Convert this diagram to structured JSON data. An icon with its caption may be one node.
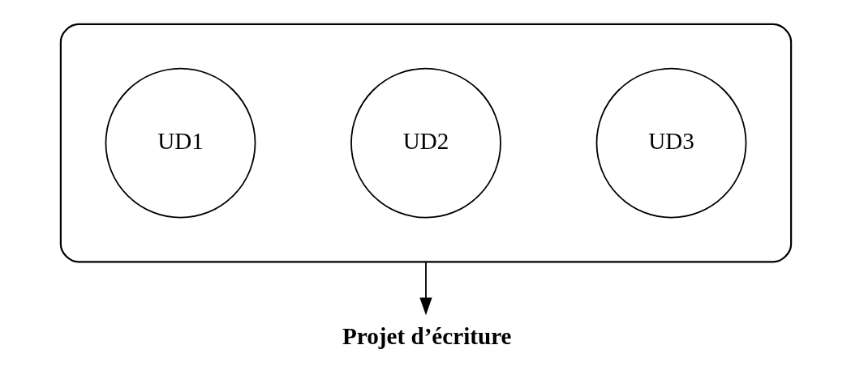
{
  "diagram": {
    "nodes": [
      {
        "text": [],
        "shape": "ellipse"
      },
      {
        "text": [
          "UD1"
        ],
        "in": 0
      },
      {
        "text": [
          "UD2"
        ],
        "in": 0
      },
      {
        "text": [
          "UD3"
        ],
        "in": 0
      },
      {
        "text": [
          "Projet d’écriture"
        ]
      }
    ],
    "edges": [
      {
        "from": 0,
        "to": 4,
        "arrow": "to"
      }
    ]
  }
}
